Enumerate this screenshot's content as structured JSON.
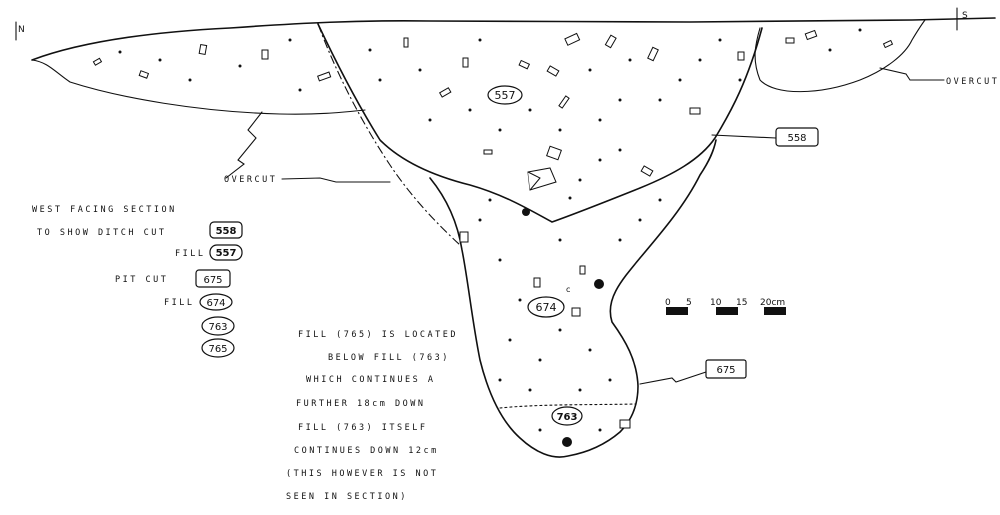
{
  "orientation": {
    "north": "N",
    "south": "S"
  },
  "drawing": {
    "context_557": "557",
    "context_674": "674",
    "context_674_note": "c",
    "context_763": "763",
    "callout_558": "558",
    "callout_675": "675",
    "overcut_west": "OVERCUT",
    "overcut_east": "OVERCUT"
  },
  "legend": {
    "title": "WEST FACING SECTION",
    "ditch_cut": "TO SHOW DITCH CUT",
    "ditch_cut_no": "558",
    "fill_label": "FILL",
    "ditch_fill_no": "557",
    "pit_cut": "PIT CUT",
    "pit_cut_no": "675",
    "pit_fill_1": "674",
    "pit_fill_2": "763",
    "pit_fill_3": "765"
  },
  "note": {
    "line1": "FILL (765) IS LOCATED",
    "line2": "BELOW FILL (763)",
    "line3": "WHICH CONTINUES A",
    "line4": "FURTHER 18cm DOWN",
    "line5": "FILL (763) ITSELF",
    "line6": "CONTINUES DOWN 12cm",
    "line7": "(THIS HOWEVER IS NOT",
    "line8": "SEEN IN SECTION)"
  },
  "scale": {
    "t0": "0",
    "t5": "5",
    "t10": "10",
    "t15": "15",
    "t20": "20cm"
  }
}
